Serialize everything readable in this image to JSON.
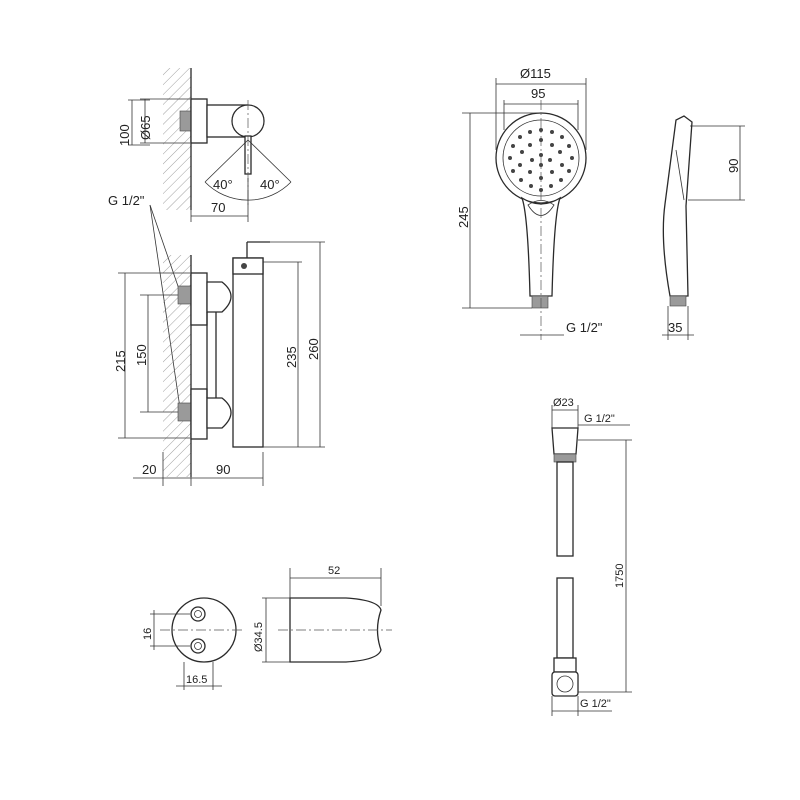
{
  "mixer_top": {
    "d65": "Ø65",
    "h100": "100",
    "angle_left": "40°",
    "angle_right": "40°",
    "w70": "70",
    "thread": "G 1/2\""
  },
  "mixer_front": {
    "h215": "215",
    "h150": "150",
    "h235": "235",
    "h260": "260",
    "w20": "20",
    "w90": "90"
  },
  "shower_head": {
    "d115": "Ø115",
    "w95": "95",
    "h245": "245",
    "h90": "90",
    "w35": "35",
    "thread": "G 1/2\""
  },
  "hose": {
    "d23": "Ø23",
    "thread_top": "G 1/2\"",
    "length": "1750",
    "thread_bottom": "G 1/2\""
  },
  "holder": {
    "h16": "16",
    "w16_5": "16.5",
    "w52": "52",
    "d34_5": "Ø34.5"
  }
}
